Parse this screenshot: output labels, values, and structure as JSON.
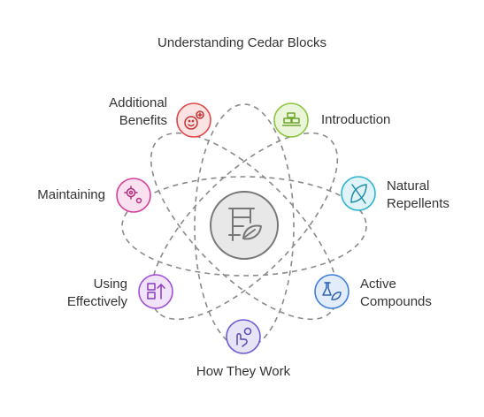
{
  "title": "Understanding Cedar Blocks",
  "center": {
    "icon": "cedar-block-leaf-icon",
    "stroke": "#777777",
    "fill": "#e8e8e8"
  },
  "nodes": [
    {
      "id": "introduction",
      "label": [
        "Introduction"
      ],
      "icon": "layered-blocks-icon",
      "stroke": "#8cc63f",
      "fill": "#eaf5d9"
    },
    {
      "id": "natural-repellents",
      "label": [
        "Natural",
        "Repellents"
      ],
      "icon": "leaf-slash-icon",
      "stroke": "#2bb3d1",
      "fill": "#dff3f8"
    },
    {
      "id": "active-compounds",
      "label": [
        "Active",
        "Compounds"
      ],
      "icon": "flask-leaf-icon",
      "stroke": "#3f7fd8",
      "fill": "#e2ecfa"
    },
    {
      "id": "how-they-work",
      "label": [
        "How They Work"
      ],
      "icon": "hand-gear-icon",
      "stroke": "#6b5bd6",
      "fill": "#e7e4f8"
    },
    {
      "id": "using-effectively",
      "label": [
        "Using",
        "Effectively"
      ],
      "icon": "boxes-arrow-icon",
      "stroke": "#a04fd6",
      "fill": "#f1e3f9"
    },
    {
      "id": "maintaining",
      "label": [
        "Maintaining"
      ],
      "icon": "gears-icon",
      "stroke": "#d43f9a",
      "fill": "#f9e1ef"
    },
    {
      "id": "additional-benefits",
      "label": [
        "Additional",
        "Benefits"
      ],
      "icon": "smiley-plus-icon",
      "stroke": "#e04848",
      "fill": "#fbe3e3"
    }
  ]
}
